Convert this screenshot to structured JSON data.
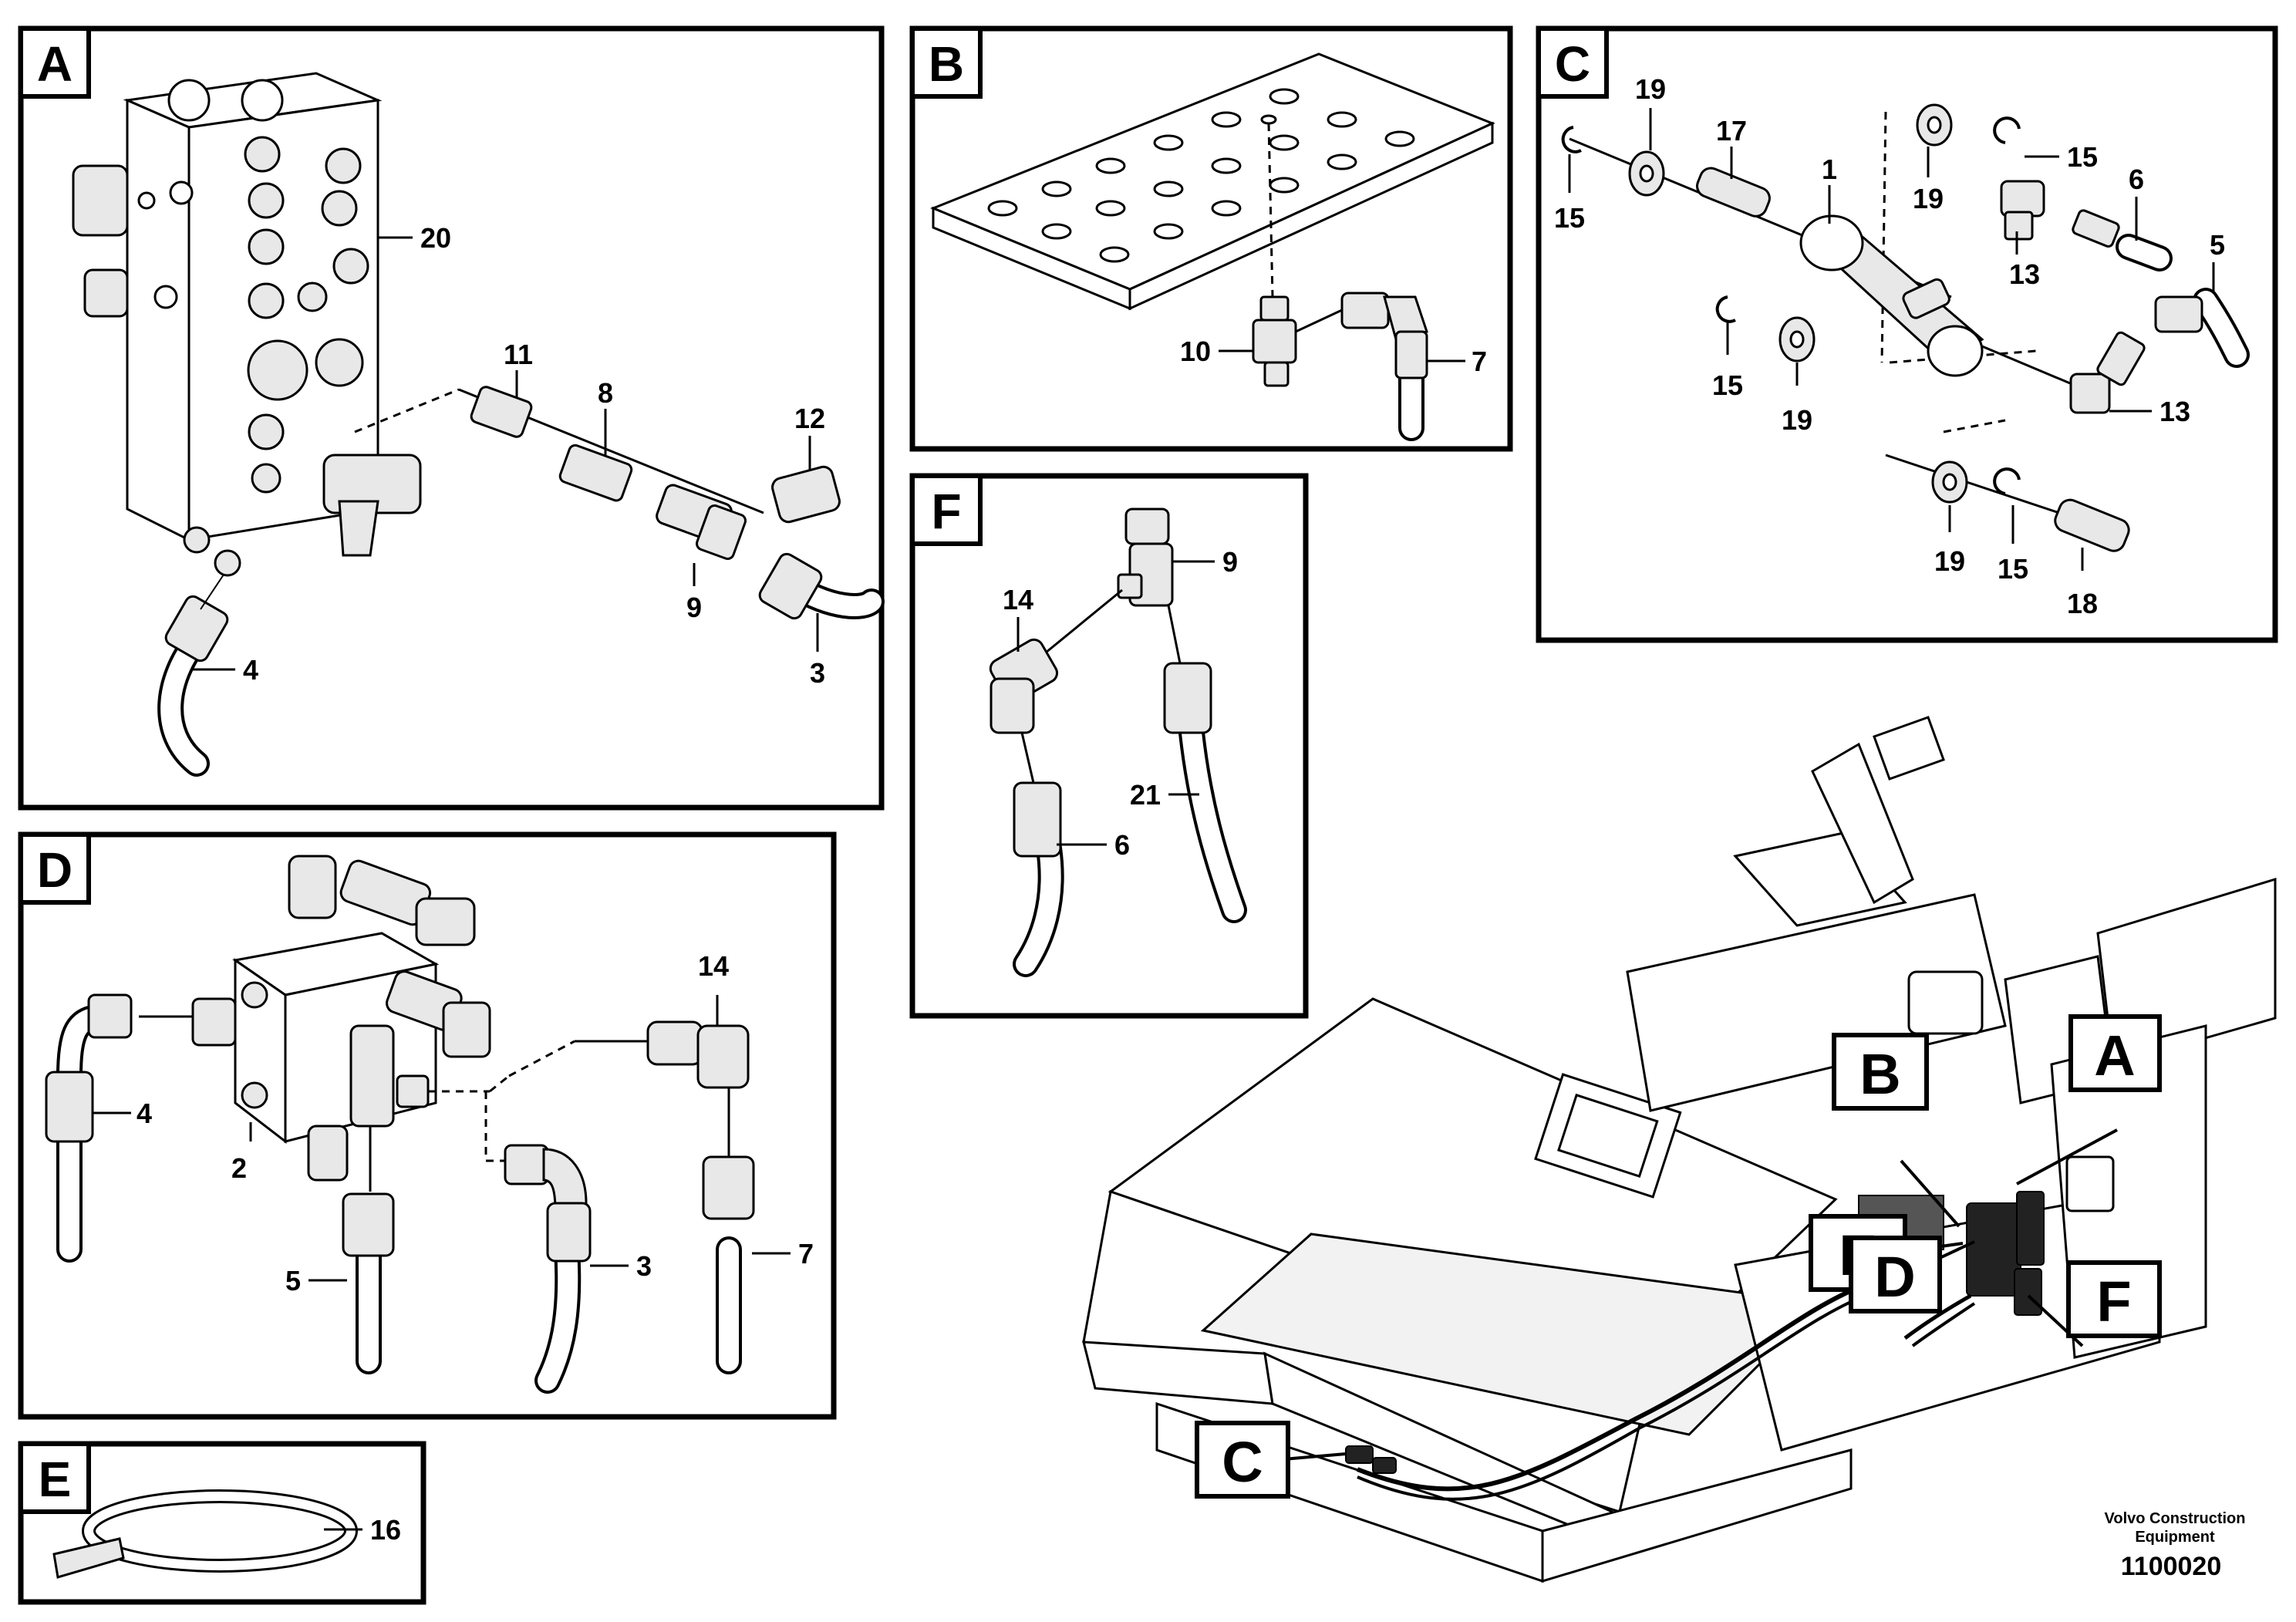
{
  "panels": {
    "A": {
      "tag": "A",
      "callouts": {
        "c20": "20",
        "c11": "11",
        "c8": "8",
        "c12": "12",
        "c9": "9",
        "c4": "4",
        "c3": "3"
      }
    },
    "B": {
      "tag": "B",
      "callouts": {
        "c10": "10",
        "c7": "7"
      }
    },
    "C": {
      "tag": "C",
      "callouts": {
        "c19a": "19",
        "c17": "17",
        "c1": "1",
        "c15a": "15",
        "c15b": "15",
        "c19b": "19",
        "c6": "6",
        "c5": "5",
        "c13a": "13",
        "c15c": "15",
        "c19c": "19",
        "c13b": "13",
        "c19d": "19",
        "c15d": "15",
        "c18": "18"
      }
    },
    "D": {
      "tag": "D",
      "callouts": {
        "c14": "14",
        "c4": "4",
        "c2": "2",
        "c5": "5",
        "c3": "3",
        "c7": "7"
      }
    },
    "E": {
      "tag": "E",
      "callouts": {
        "c16": "16"
      }
    },
    "F": {
      "tag": "F",
      "callouts": {
        "c9": "9",
        "c14": "14",
        "c21": "21",
        "c6": "6"
      }
    }
  },
  "overview": {
    "tags": {
      "A": "A",
      "B": "B",
      "E": "E",
      "D": "D",
      "F": "F",
      "C": "C"
    }
  },
  "footer": {
    "brand_line1": "Volvo Construction",
    "brand_line2": "Equipment",
    "doc_number": "1100020"
  }
}
